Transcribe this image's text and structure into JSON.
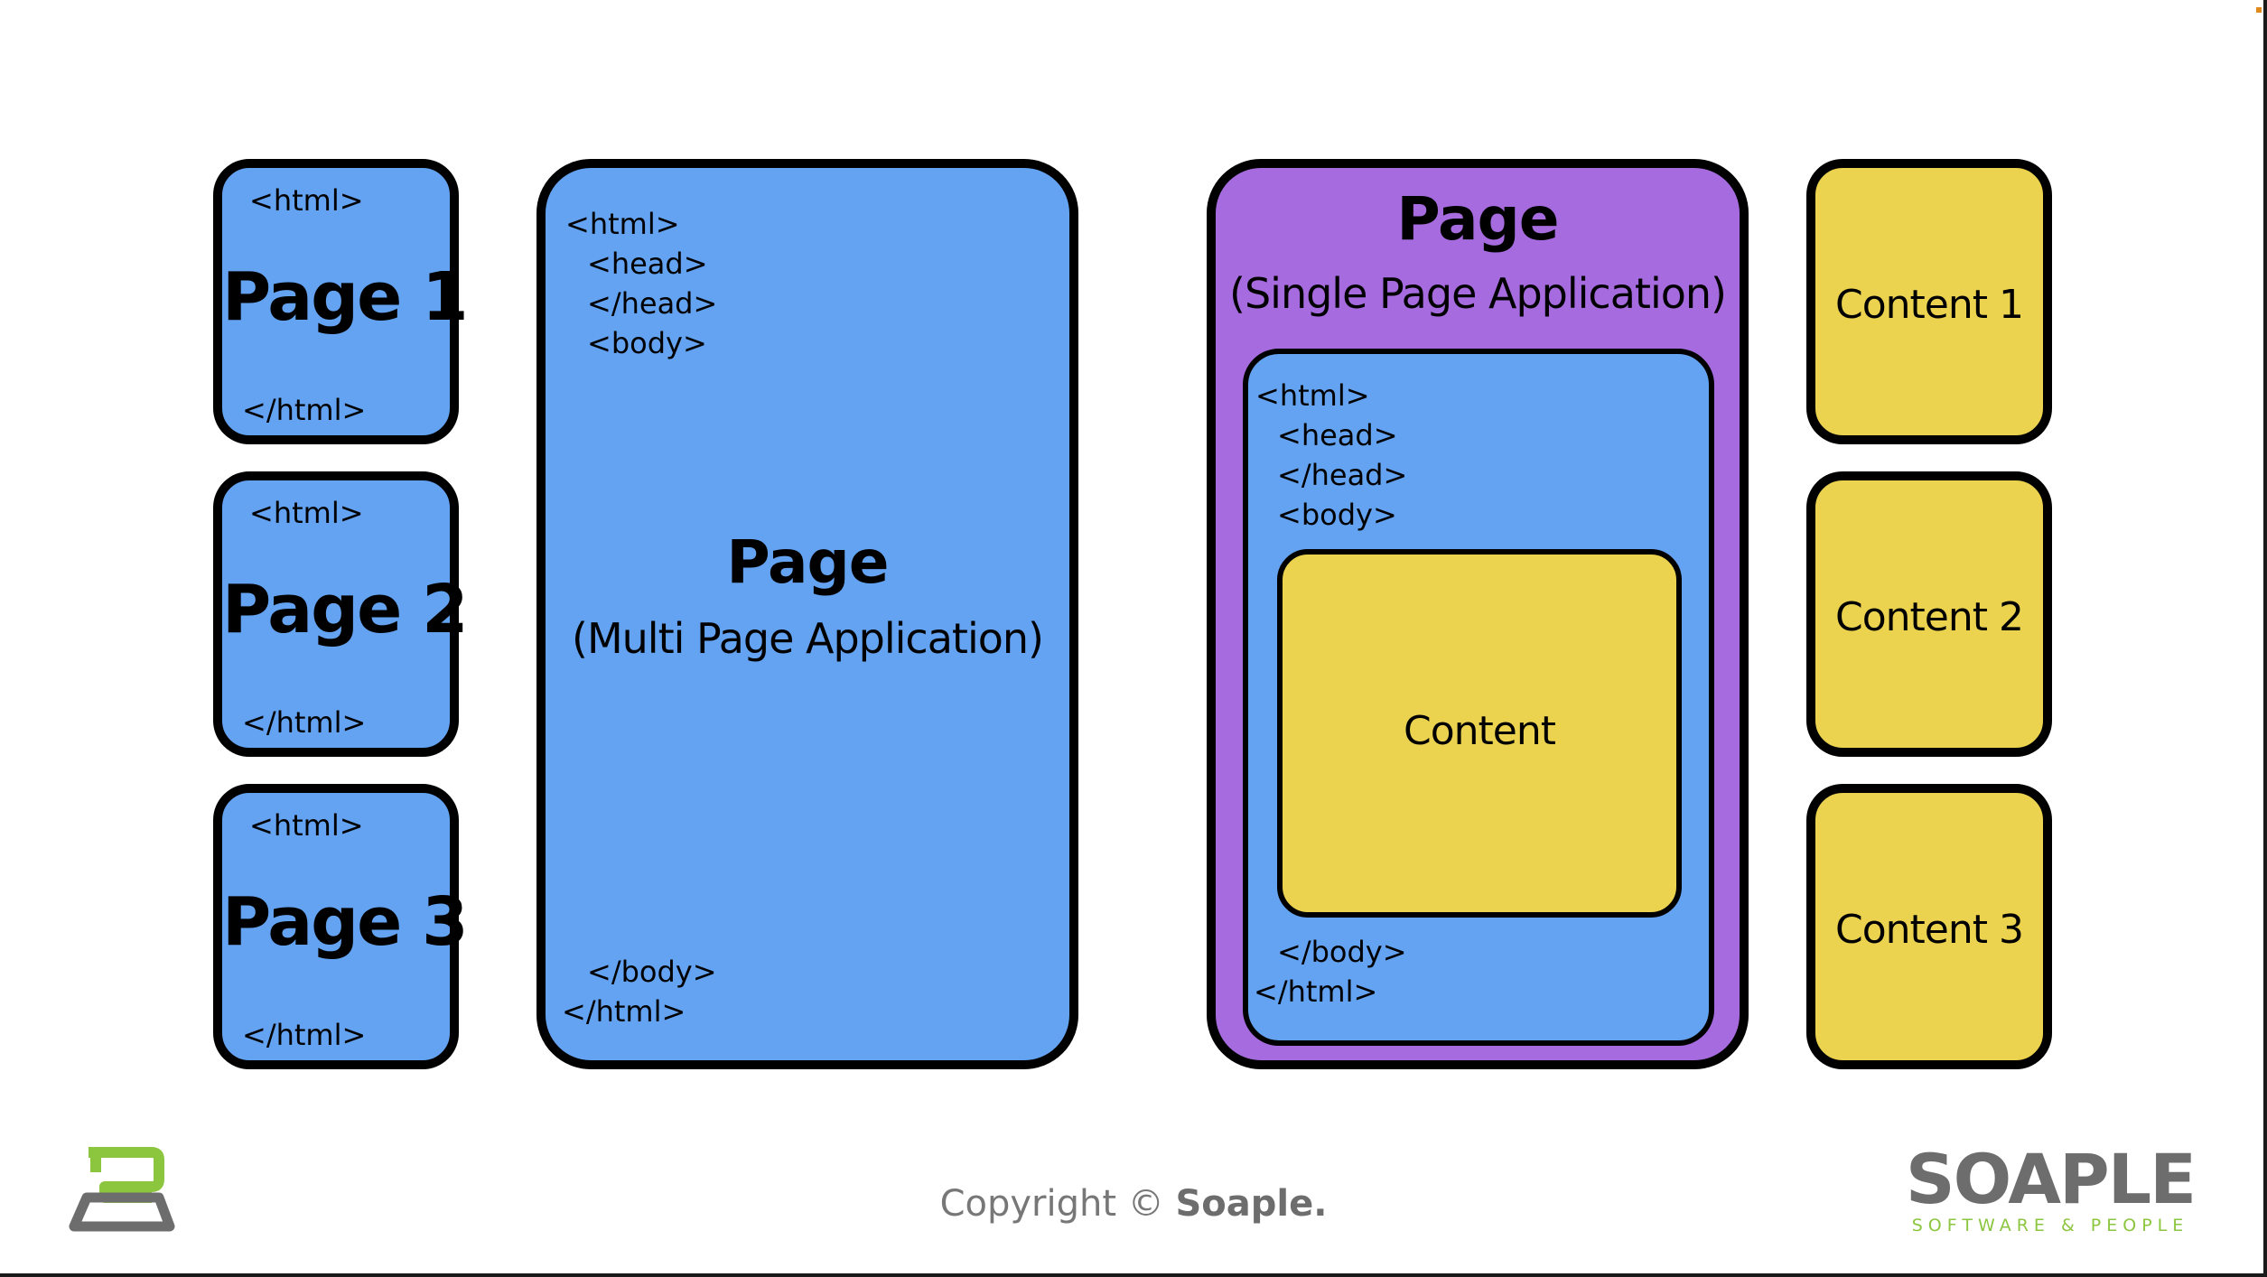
{
  "mpa_pages": [
    {
      "open_tag": "<html>",
      "title": "Page 1",
      "close_tag": "</html>"
    },
    {
      "open_tag": "<html>",
      "title": "Page 2",
      "close_tag": "</html>"
    },
    {
      "open_tag": "<html>",
      "title": "Page 3",
      "close_tag": "</html>"
    }
  ],
  "mpa": {
    "tags_top": [
      "<html>",
      "<head>",
      "</head>",
      "<body>"
    ],
    "title": "Page",
    "subtitle": "(Multi Page Application)",
    "tags_bottom": [
      "</body>",
      "</html>"
    ]
  },
  "spa": {
    "title": "Page",
    "subtitle": "(Single Page Application)",
    "tags_top": [
      "<html>",
      "<head>",
      "</head>",
      "<body>"
    ],
    "content_label": "Content",
    "tags_bottom": [
      "</body>",
      "</html>"
    ]
  },
  "contents": [
    "Content 1",
    "Content 2",
    "Content 3"
  ],
  "footer": {
    "copyright": "Copyright © ",
    "brand": "Soaple.",
    "logo_text": "SOAPLE",
    "logo_tagline": "SOFTWARE & PEOPLE"
  },
  "colors": {
    "page_blue": "#64a3f1",
    "content_yellow": "#ecd34f",
    "spa_purple": "#a66bde",
    "logo_green": "#8cc63f",
    "logo_gray": "#6d6d6d"
  }
}
